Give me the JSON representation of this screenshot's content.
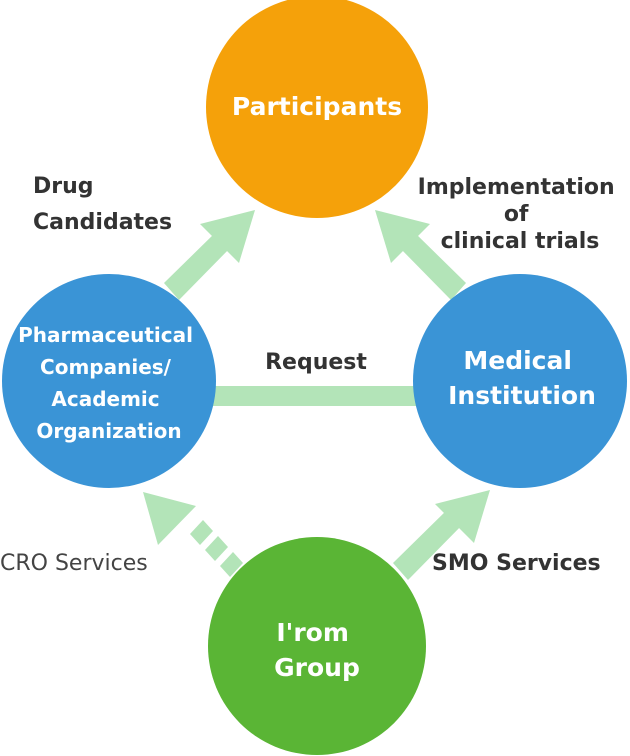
{
  "colors": {
    "participants": "#F5A10A",
    "pharma": "#3A94D6",
    "medical": "#3A94D6",
    "irom": "#5AB535",
    "arrow": "#B3E4B8",
    "label_dark": "#333333",
    "label_light": "#444444"
  },
  "nodes": {
    "participants": {
      "lines": [
        "Participants"
      ]
    },
    "pharma": {
      "lines": [
        "Pharmaceutical",
        "Companies/",
        "Academic",
        "Organization"
      ]
    },
    "medical": {
      "lines": [
        "Medical",
        "Institution"
      ]
    },
    "irom": {
      "lines": [
        "I'rom",
        "Group"
      ]
    }
  },
  "edges": {
    "drug_candidates": {
      "lines": [
        "Drug",
        "Candidates"
      ]
    },
    "implementation": {
      "lines": [
        "Implementation",
        "of",
        "clinical trials"
      ]
    },
    "request": {
      "label": "Request"
    },
    "cro": {
      "label": "CRO Services"
    },
    "smo": {
      "label": "SMO Services"
    }
  }
}
